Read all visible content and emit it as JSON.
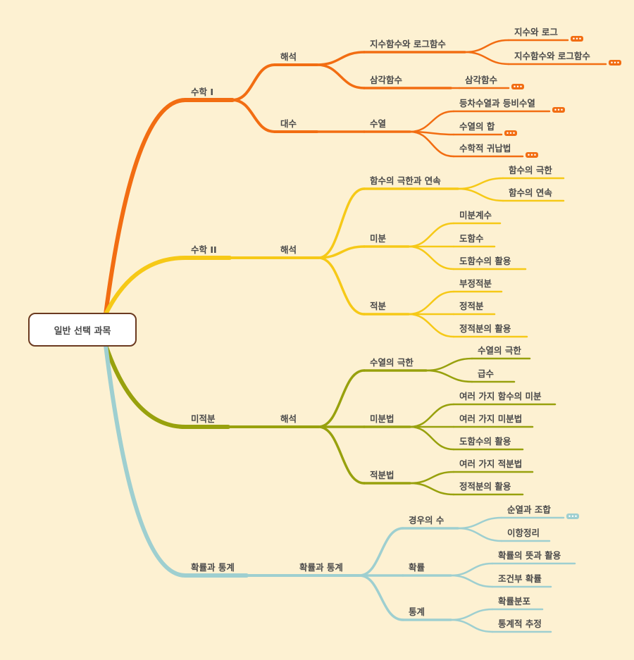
{
  "colors": {
    "background": "#fdf1d2",
    "branch_orange": "#f26d12",
    "branch_yellow": "#f6c917",
    "branch_olive": "#98a10d",
    "branch_teal": "#9ecfd0",
    "root_border": "#6b3a20",
    "text": "#4a4a4a"
  },
  "root": {
    "label": "일반 선택 과목"
  },
  "more_marker": "•••",
  "branches": [
    {
      "label": "수학 I",
      "color": "#f26d12",
      "children": [
        {
          "label": "해석",
          "children": [
            {
              "label": "지수함수와 로그함수",
              "children": [
                {
                  "label": "지수와 로그",
                  "more": true
                },
                {
                  "label": "지수함수와 로그함수",
                  "more": true
                }
              ]
            },
            {
              "label": "삼각함수",
              "children": [
                {
                  "label": "삼각함수",
                  "more": true
                }
              ]
            }
          ]
        },
        {
          "label": "대수",
          "children": [
            {
              "label": "수열",
              "children": [
                {
                  "label": "등차수열과 등비수열",
                  "more": true
                },
                {
                  "label": "수열의 합",
                  "more": true
                },
                {
                  "label": "수학적 귀납법",
                  "more": true
                }
              ]
            }
          ]
        }
      ]
    },
    {
      "label": "수학 II",
      "color": "#f6c917",
      "children": [
        {
          "label": "해석",
          "children": [
            {
              "label": "함수의 극한과 연속",
              "children": [
                {
                  "label": "함수의 극한"
                },
                {
                  "label": "함수의 연속"
                }
              ]
            },
            {
              "label": "미분",
              "children": [
                {
                  "label": "미분계수"
                },
                {
                  "label": "도함수"
                },
                {
                  "label": "도함수의 활용"
                }
              ]
            },
            {
              "label": "적분",
              "children": [
                {
                  "label": "부정적분"
                },
                {
                  "label": "정적분"
                },
                {
                  "label": "정적분의 활용"
                }
              ]
            }
          ]
        }
      ]
    },
    {
      "label": "미적분",
      "color": "#98a10d",
      "children": [
        {
          "label": "해석",
          "children": [
            {
              "label": "수열의 극한",
              "children": [
                {
                  "label": "수열의 극한"
                },
                {
                  "label": "급수"
                }
              ]
            },
            {
              "label": "미분법",
              "children": [
                {
                  "label": "여러 가지 함수의 미분"
                },
                {
                  "label": "여러 가지 미분법"
                },
                {
                  "label": "도함수의 활용"
                }
              ]
            },
            {
              "label": "적분법",
              "children": [
                {
                  "label": "여러 가지 적분법"
                },
                {
                  "label": "정적분의 활용"
                }
              ]
            }
          ]
        }
      ]
    },
    {
      "label": "확률과 통계",
      "color": "#9ecfd0",
      "children": [
        {
          "label": "확률과 통계",
          "children": [
            {
              "label": "경우의 수",
              "children": [
                {
                  "label": "순열과 조합",
                  "more": true
                },
                {
                  "label": "이항정리"
                }
              ]
            },
            {
              "label": "확률",
              "children": [
                {
                  "label": "확률의 뜻과 활용"
                },
                {
                  "label": "조건부 확률"
                }
              ]
            },
            {
              "label": "통계",
              "children": [
                {
                  "label": "확률분포"
                },
                {
                  "label": "통계적 추정"
                }
              ]
            }
          ]
        }
      ]
    }
  ]
}
